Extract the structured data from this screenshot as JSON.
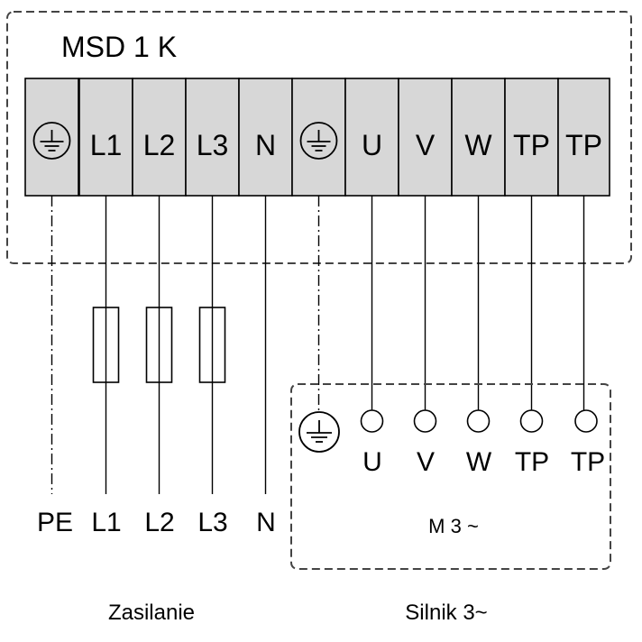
{
  "controller": {
    "title": "MSD 1 K",
    "terminals": [
      {
        "label": "",
        "icon": "ground-icon"
      },
      {
        "label": "L1"
      },
      {
        "label": "L2"
      },
      {
        "label": "L3"
      },
      {
        "label": "N"
      },
      {
        "label": "",
        "icon": "ground-icon"
      },
      {
        "label": "U"
      },
      {
        "label": "V"
      },
      {
        "label": "W"
      },
      {
        "label": "TP"
      },
      {
        "label": "TP"
      }
    ]
  },
  "supply": {
    "caption": "Zasilanie",
    "wire_labels": [
      "PE",
      "L1",
      "L2",
      "L3",
      "N"
    ],
    "fuse_count": 3
  },
  "motor": {
    "caption": "Silnik 3~",
    "designation": "M 3 ~",
    "terminal_labels": [
      "U",
      "V",
      "W",
      "TP",
      "TP"
    ],
    "ground_icon": "ground-icon"
  },
  "colors": {
    "terminal_fill": "#d7d7d7",
    "line": "#000000",
    "frame": "#444444"
  }
}
